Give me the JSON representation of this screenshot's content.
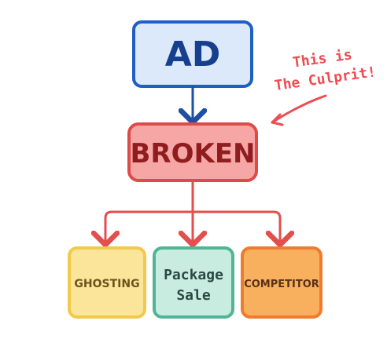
{
  "nodes": {
    "ad": {
      "label": "AD",
      "fill": "#dbe9fb",
      "stroke": "#1f5fc4",
      "text": "#163f8d"
    },
    "broken": {
      "label": "BROKEN",
      "fill": "#f6a6a4",
      "stroke": "#dd4b49",
      "text": "#8f1d1f"
    },
    "ghosting": {
      "label": "GHOSTING",
      "fill": "#fbe59b",
      "stroke": "#f1c94b",
      "text": "#6d531b"
    },
    "package_sale": {
      "line1": "Package",
      "line2": "Sale",
      "fill": "#c9ece0",
      "stroke": "#4fb595",
      "text": "#2a4942"
    },
    "competitor": {
      "label": "COMPETITOR",
      "fill": "#f8b05f",
      "stroke": "#ef7b2e",
      "text": "#5a3115"
    }
  },
  "annotation": {
    "line1": "This is",
    "line2": "The Culprit!",
    "color": "#ef4b50"
  },
  "connectors": {
    "blue": "#1f4fa2",
    "red": "#e24f4d"
  }
}
